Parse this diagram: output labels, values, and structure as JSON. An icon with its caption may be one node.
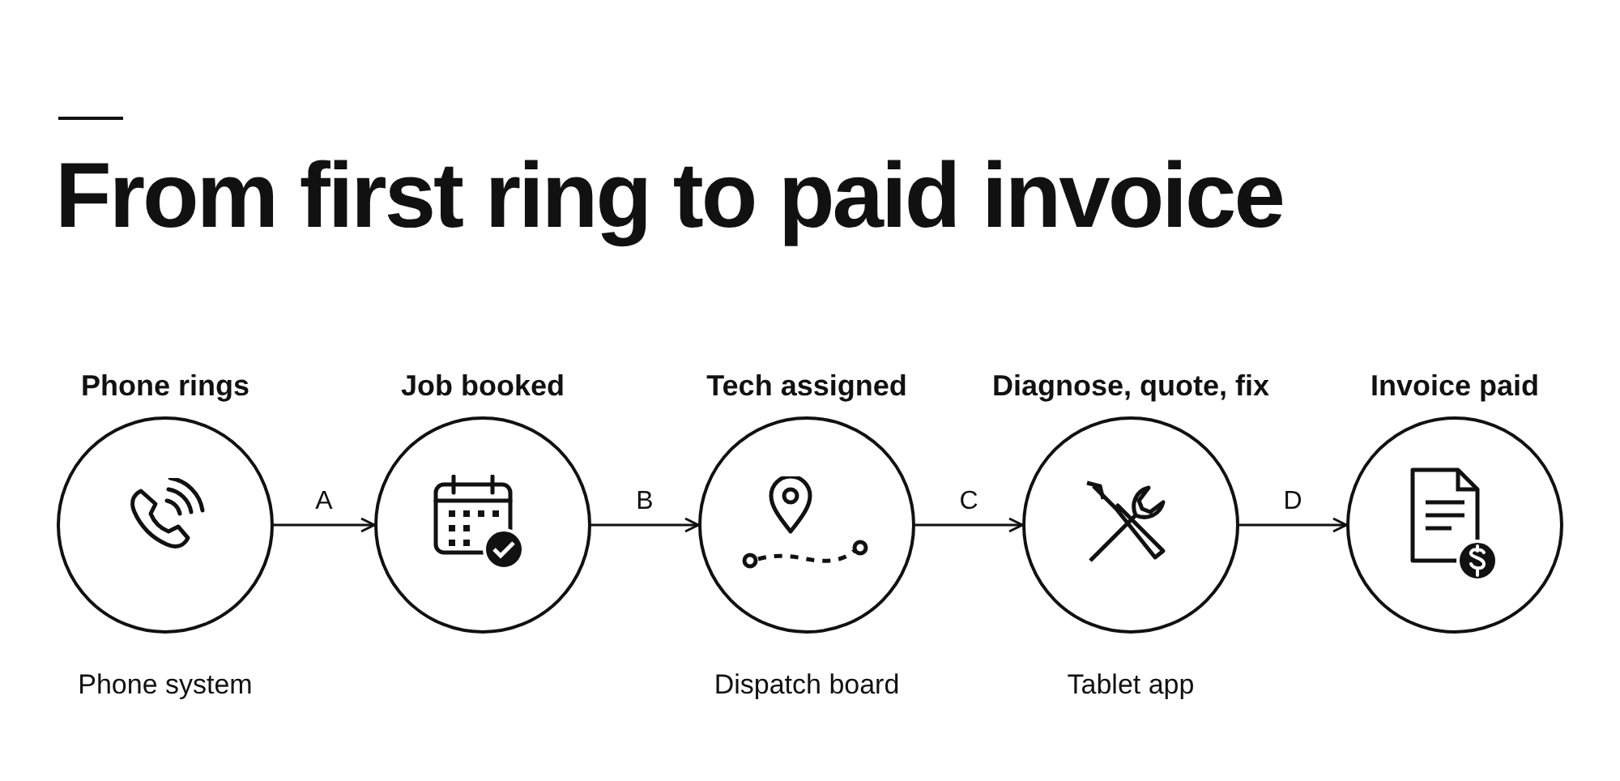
{
  "diagram": {
    "title": "From first ring to paid invoice",
    "nodes": [
      {
        "text": [
          "Phone rings"
        ],
        "beside": [
          "Phone system"
        ]
      },
      {
        "text": [
          "Job booked"
        ]
      },
      {
        "text": [
          "Tech assigned"
        ],
        "beside": [
          "Dispatch board"
        ]
      },
      {
        "text": [
          "Diagnose, quote, fix"
        ],
        "beside": [
          "Tablet app"
        ]
      },
      {
        "text": [
          "Invoice paid"
        ]
      }
    ],
    "edges": [
      {
        "from": 0,
        "to": 1,
        "arrow": "to",
        "label": "A"
      },
      {
        "from": 1,
        "to": 2,
        "arrow": "to",
        "label": "B"
      },
      {
        "from": 2,
        "to": 3,
        "arrow": "to",
        "label": "C"
      },
      {
        "from": 3,
        "to": 4,
        "arrow": "to",
        "label": "D"
      }
    ]
  }
}
